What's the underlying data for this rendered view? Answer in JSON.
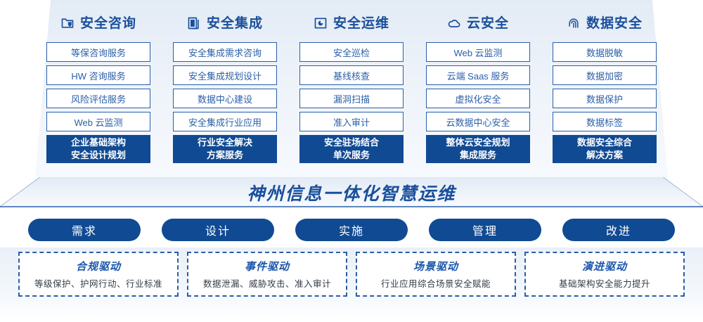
{
  "columns": [
    {
      "icon": "folder-shield-icon",
      "title": "安全咨询",
      "items": [
        "等保咨询服务",
        "HW 咨询服务",
        "风险评估服务",
        "Web 云监测"
      ],
      "highlight": [
        "企业基础架构",
        "安全设计规划"
      ]
    },
    {
      "icon": "documents-icon",
      "title": "安全集成",
      "items": [
        "安全集成需求咨询",
        "安全集成规划设计",
        "数据中心建设",
        "安全集成行业应用"
      ],
      "highlight": [
        "行业安全解决",
        "方案服务"
      ]
    },
    {
      "icon": "folder-chart-icon",
      "title": "安全运维",
      "items": [
        "安全巡检",
        "基线核查",
        "漏洞扫描",
        "准入审计"
      ],
      "highlight": [
        "安全驻场结合",
        "单次服务"
      ]
    },
    {
      "icon": "cloud-icon",
      "title": "云安全",
      "items": [
        "Web 云监测",
        "云端 Saas 服务",
        "虚拟化安全",
        "云数据中心安全"
      ],
      "highlight": [
        "整体云安全规划",
        "集成服务"
      ]
    },
    {
      "icon": "fingerprint-icon",
      "title": "数据安全",
      "items": [
        "数据脱敏",
        "数据加密",
        "数据保护",
        "数据标签"
      ],
      "highlight": [
        "数据安全综合",
        "解决方案"
      ]
    }
  ],
  "banner": {
    "title": "神州信息一体化智慧运维"
  },
  "phases": [
    {
      "label": "需求"
    },
    {
      "label": "设计"
    },
    {
      "label": "实施"
    },
    {
      "label": "管理"
    },
    {
      "label": "改进"
    }
  ],
  "drivers": [
    {
      "title": "合规驱动",
      "desc": "等级保护、护网行动、行业标准"
    },
    {
      "title": "事件驱动",
      "desc": "数据泄漏、威胁攻击、准入审计"
    },
    {
      "title": "场景驱动",
      "desc": "行业应用综合场景安全赋能"
    },
    {
      "title": "演进驱动",
      "desc": "基础架构安全能力提升"
    }
  ],
  "colors": {
    "primary": "#104a93",
    "accent": "#1a4f9c",
    "border": "#2a5fa8",
    "text_light": "#ffffff"
  }
}
